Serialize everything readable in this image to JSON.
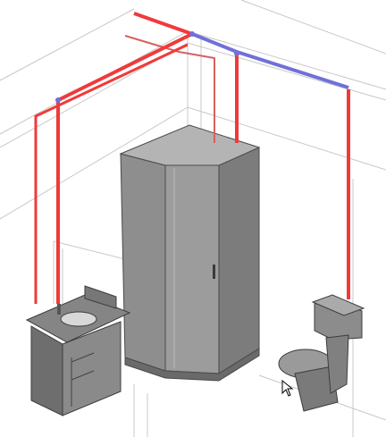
{
  "viewport": {
    "view_label": "",
    "colors": {
      "background": "#ffffff",
      "hot_water_pipe": "#f03a3a",
      "cold_water_pipe": "#7070d8",
      "fixture_fill": "#8e8e8e",
      "fixture_dark": "#5a5a5a",
      "wall_lines": "#c8c8c8"
    }
  },
  "objects": {
    "shower": "corner-shower-enclosure",
    "vanity": "bathroom-vanity-sink",
    "toilet": "toilet",
    "pipes": "plumbing-supply-lines"
  },
  "cursor": {
    "icon": "mouse-pointer-icon"
  }
}
